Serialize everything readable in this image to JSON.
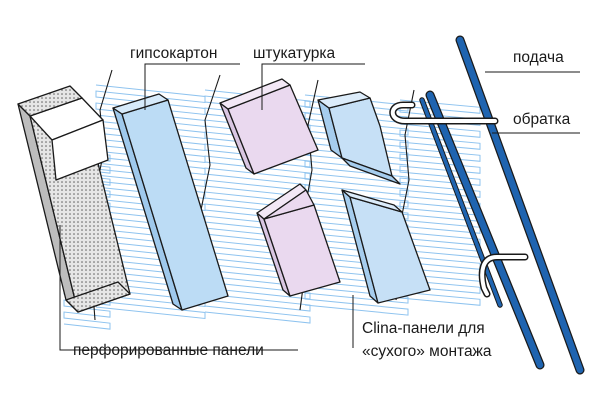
{
  "labels": {
    "drywall": "гипсокартон",
    "plaster": "штукатурка",
    "supply": "подача",
    "return": "обратка",
    "perforated": "перфорированные панели",
    "clina_line1": "Clina-панели для",
    "clina_line2": "«сухого» монтажа"
  },
  "colors": {
    "pipe_blue": "#1f64b0",
    "tube_light_blue": "#8ec3ef",
    "drywall_fill": "#bcdcf5",
    "plaster_fill": "#ead9ef",
    "clina_fill": "#c6e0f6",
    "perforated_fill": "#d0d0d0",
    "outline": "#1a1a1a"
  }
}
